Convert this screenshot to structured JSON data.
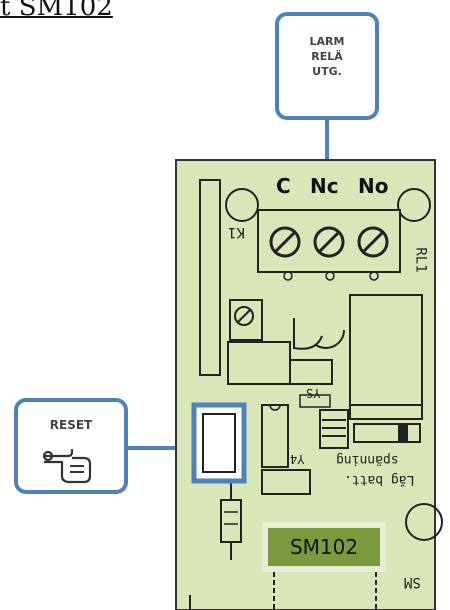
{
  "title_fragment": "t SM102",
  "callouts": {
    "relay": {
      "line1": "LARM",
      "line2": "RELÄ",
      "line3": "UTG."
    },
    "reset": {
      "label": "RESET",
      "icon": "pointing-hand-icon"
    }
  },
  "terminals": [
    "C",
    "Nc",
    "No"
  ],
  "module_label": "SM102",
  "silkscreen": {
    "k1": "K1",
    "rl1": "RL1",
    "ys": "YS",
    "y4": "Y4",
    "low_batt": "Låg batt.",
    "spanning": "spänning",
    "sm": "SM"
  },
  "colors": {
    "board": "#d9e6b8",
    "callout_border": "#4f81bd",
    "module_fill": "#7a9a3d"
  }
}
